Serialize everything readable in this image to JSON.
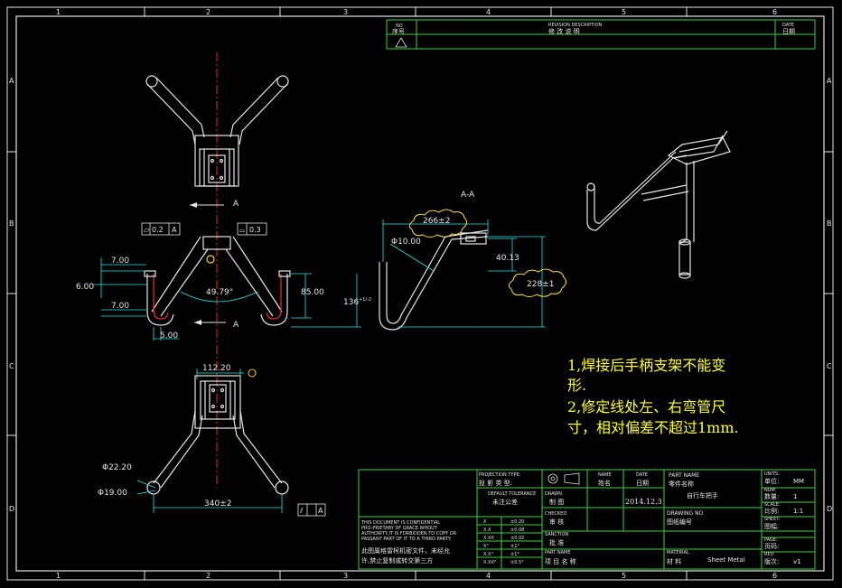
{
  "frame": {
    "top_zones": [
      "1",
      "2",
      "3",
      "4",
      "5",
      "6"
    ],
    "side_zones": [
      "A",
      "B",
      "C",
      "D"
    ]
  },
  "revision_block": {
    "seq_label_en": "NO",
    "seq_label_cn": "序号",
    "desc_label_en": "REVISION DESCRIPTION",
    "desc_label_cn": "修 改 说 明",
    "date_label_en": "DATE",
    "date_label_cn": "日期"
  },
  "views": {
    "section_marker": "A",
    "section_label": "A-A"
  },
  "dimensions": {
    "d700_upper": "7.00",
    "d600": "6.00",
    "d700_lower": "7.00",
    "d500": "5.00",
    "angle": "49.79°",
    "d8500": "85.00",
    "d136": "136",
    "d136_tol": "+1/-2",
    "tol_symbol_1": "⏥",
    "tol_val_1": "0.2",
    "tol_ref_1": "A",
    "tol_symbol_2": "⌓",
    "tol_val_2": "0.3",
    "d266": "266±2",
    "phi10": "Φ10.00",
    "d4013": "40.13",
    "d228": "228±1",
    "d11220": "112.20",
    "phi2220": "Φ22.20",
    "phi1900": "Φ19.00",
    "d340": "340±2",
    "tol_symbol_3": "⫽",
    "tol_ref_3": "A"
  },
  "notes": {
    "line1": "1,焊接后手柄支架不能变",
    "line2": "形.",
    "line3": "2,修定线处左、右弯管尺",
    "line4": "寸，相对偏差不超过1mm."
  },
  "title_block": {
    "projection_en": "PROJECTION TYPE:",
    "projection_cn": "投 影 类 型:",
    "name_en": "NAME",
    "name_cn": "姓名",
    "date_en": "DATE",
    "date_cn": "日期",
    "part_name_en": "PART NAME",
    "part_name_cn": "零件名称",
    "part_name_value": "自行车把手",
    "units_en": "UNITS:",
    "units_cn": "单位:",
    "units_value": "MM",
    "num_en": "NUM:",
    "num_cn": "数量:",
    "num_value": "1",
    "scale_en": "SCALE:",
    "scale_cn": "比例:",
    "scale_value": "1:1",
    "sheet_en": "SHEET:",
    "sheet_cn": "图幅:",
    "page_en": "PAGE:",
    "page_cn": "页码:",
    "rev_en": "REV:",
    "rev_cn": "版次:",
    "rev_value": "v1",
    "default_tol_en": "DEFAULT TOLERANCE",
    "default_tol_cn": "未注公差",
    "drawn_en": "DRAWN",
    "drawn_cn": "制 图",
    "drawn_date": "2014.12.3",
    "checked_en": "CHECKED",
    "checked_cn": "审 核",
    "sanction_en": "SANCTION",
    "sanction_cn": "批 准",
    "drawing_no_en": "DRAWING NO",
    "drawing_no_cn": "图纸编号",
    "project_en": "PART NAME",
    "project_cn": "项 目 名 称",
    "material_en": "MATERIAL",
    "material_cn": "材 料",
    "material_value": "Sheet Metal",
    "tolerances": [
      {
        "fmt": "X",
        "val": "±0.20"
      },
      {
        "fmt": "X.X",
        "val": "±0.08"
      },
      {
        "fmt": "X.XX",
        "val": "±0.02"
      },
      {
        "fmt": "X°",
        "val": "±1°"
      },
      {
        "fmt": "X.X°",
        "val": "±1°"
      },
      {
        "fmt": "X.XX°",
        "val": "±0.5°"
      }
    ],
    "confidential_en_1": "THIS DOCUMENT IS CONFIDENTIAL",
    "confidential_en_2": "PRO-PRIETARY OF GRACE.WHOUT",
    "confidential_en_3": "AUTHORITY,IT IS FORBIDDEN TO COPY OR",
    "confidential_en_4": "PASSANY PART OF IT TO A THIRD PARTY.",
    "confidential_cn_1": "此图属格雷柯机密文件，未经允",
    "confidential_cn_2": "许,禁止复制或转交第三方"
  }
}
